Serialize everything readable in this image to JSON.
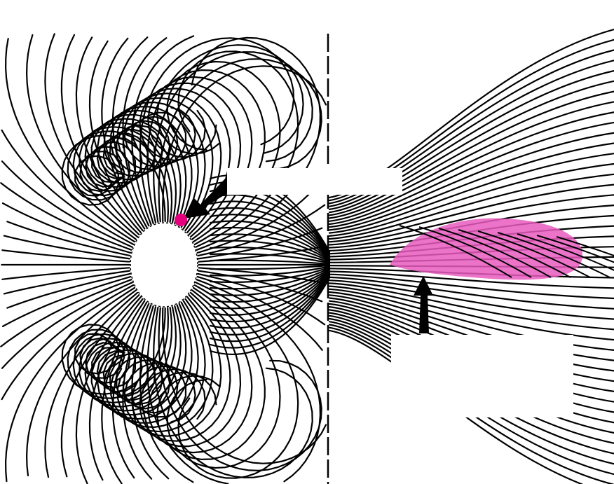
{
  "figure": {
    "colors": {
      "background": "#ffffff",
      "lines": "#000000",
      "highlight_region": "#e85cbf",
      "highlight_dot": "#e6007e"
    },
    "labels": {
      "top_label": "",
      "bottom_label": ""
    },
    "elements": [
      "radial-field-lines",
      "vertical-divider",
      "pole-hole",
      "magenta-dot",
      "magenta-elongated-region",
      "arrow-to-dot",
      "arrow-to-region",
      "blank-label-boxes"
    ]
  }
}
